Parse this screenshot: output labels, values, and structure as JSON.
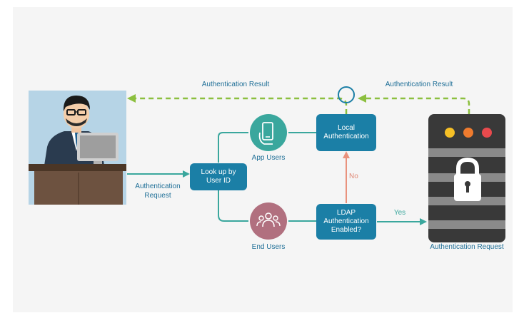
{
  "labels": {
    "auth_result_left": "Authentication Result",
    "auth_result_right": "Authentication Result",
    "auth_request_left_line1": "Authentication",
    "auth_request_left_line2": "Request",
    "auth_request_right": "Authentication Request",
    "app_users": "App Users",
    "end_users": "End Users",
    "no": "No",
    "yes": "Yes"
  },
  "boxes": {
    "lookup_line1": "Look up by",
    "lookup_line2": "User ID",
    "local_line1": "Local",
    "local_line2": "Authentication",
    "ldap_line1": "LDAP",
    "ldap_line2": "Authentication",
    "ldap_line3": "Enabled?"
  },
  "colors": {
    "box_blue": "#1b7fa6",
    "flow_teal": "#3aa79d",
    "result_green": "#8cbf3f",
    "no_arrow": "#e9927d",
    "app_users_circle": "#3aa79d",
    "end_users_circle": "#b1707f",
    "server_body": "#393939",
    "server_light_yellow": "#f6c026",
    "server_light_orange": "#ef7b2e",
    "server_light_red": "#e94a4d"
  },
  "icons": {
    "user": "user-at-desk-illustration",
    "app_users": "smartphone-hand-icon",
    "end_users": "group-users-icon",
    "server": "server-lock-icon"
  }
}
